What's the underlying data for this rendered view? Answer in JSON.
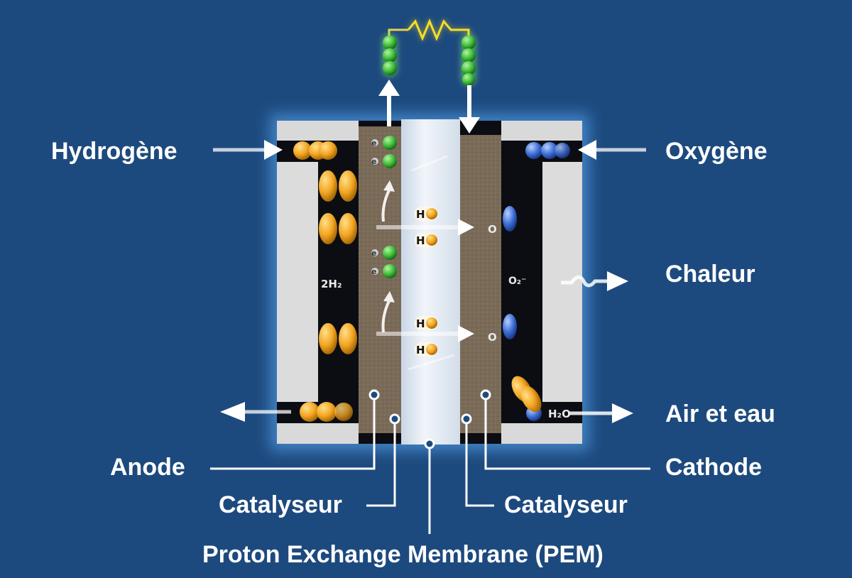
{
  "labels": {
    "hydrogen": "Hydrogène",
    "oxygen": "Oxygène",
    "heat": "Chaleur",
    "air_water": "Air et eau",
    "anode": "Anode",
    "catalyst_left": "Catalyseur",
    "cathode": "Cathode",
    "catalyst_right": "Catalyseur",
    "pem": "Proton Exchange Membrane (PEM)"
  },
  "molecules": {
    "h2": "2H₂",
    "o2": "O₂⁻",
    "h2o": "H₂O",
    "proton": "H",
    "electron": "e",
    "oxygen_ion": "O"
  },
  "colors": {
    "background": "#1d4a7e",
    "hydrogen": "#f3a521",
    "oxygen": "#3f6fd8",
    "electron": "#3fbf3a",
    "membrane": "#dfe8f2",
    "electrode": "#7a6a58",
    "plate": "#d9d9d9",
    "resistor": "#f2d21c"
  }
}
